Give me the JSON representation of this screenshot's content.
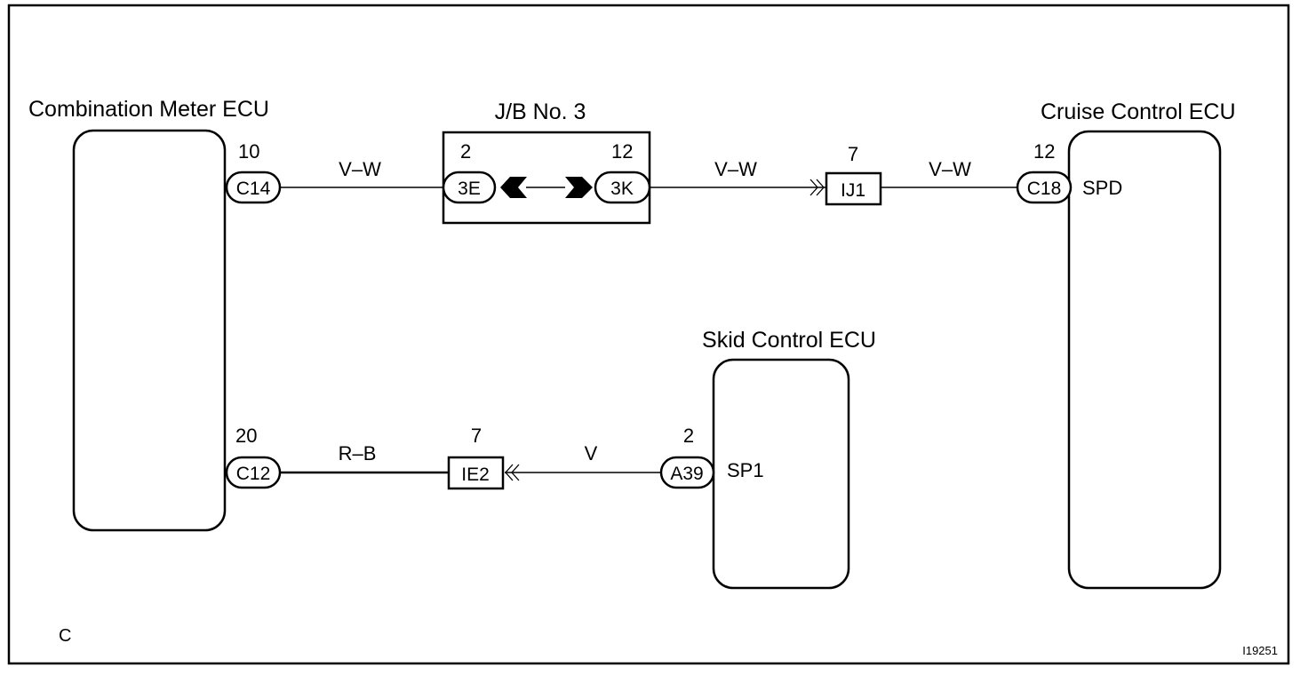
{
  "components": {
    "combination_meter": {
      "title": "Combination Meter ECU",
      "pin_c14": {
        "number": "10",
        "connector": "C14"
      },
      "pin_c12": {
        "number": "20",
        "connector": "C12"
      }
    },
    "jb3": {
      "title": "J/B No. 3",
      "left": {
        "number": "2",
        "connector": "3E"
      },
      "right": {
        "number": "12",
        "connector": "3K"
      }
    },
    "ij1": {
      "number": "7",
      "connector": "IJ1"
    },
    "ie2": {
      "number": "7",
      "connector": "IE2"
    },
    "cruise_control": {
      "title": "Cruise Control ECU",
      "pin": {
        "number": "12",
        "connector": "C18",
        "terminal": "SPD"
      }
    },
    "skid_control": {
      "title": "Skid Control ECU",
      "pin": {
        "number": "2",
        "connector": "A39",
        "terminal": "SP1"
      }
    }
  },
  "wires": {
    "meter_to_jb": "V–W",
    "jb_to_ij1": "V–W",
    "ij1_to_cruise": "V–W",
    "meter_to_ie2": "R–B",
    "ie2_to_skid": "V"
  },
  "footer": {
    "corner_letter": "C",
    "figure_id": "I19251"
  }
}
